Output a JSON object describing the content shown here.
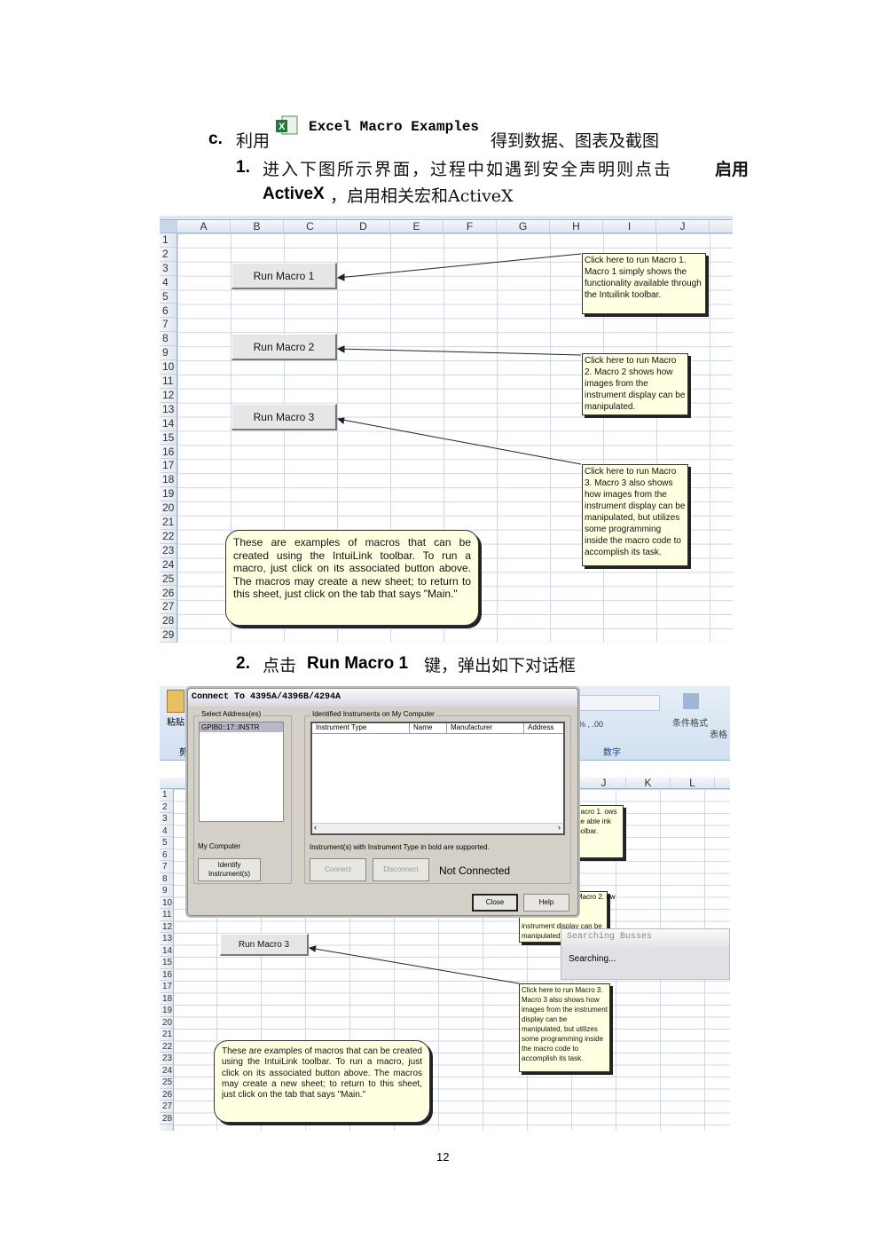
{
  "heading_c": {
    "label": "c.",
    "prefix": "利用",
    "program": "Excel Macro Examples",
    "suffix": "得到数据、图表及截图"
  },
  "step1": {
    "num": "1.",
    "text": "进入下图所示界面，过程中如遇到安全声明则点击",
    "bold1": "启用",
    "bold2": "ActiveX",
    "tail": "，启用相关宏和ActiveX"
  },
  "step2": {
    "num": "2.",
    "pre": "点击",
    "bold": "Run Macro 1",
    "post": "键，弹出如下对话框"
  },
  "sheet1": {
    "columns": [
      "A",
      "B",
      "C",
      "D",
      "E",
      "F",
      "G",
      "H",
      "I",
      "J"
    ],
    "rows": [
      "1",
      "2",
      "3",
      "4",
      "5",
      "6",
      "7",
      "8",
      "9",
      "10",
      "11",
      "12",
      "13",
      "14",
      "15",
      "16",
      "17",
      "18",
      "19",
      "20",
      "21",
      "22",
      "23",
      "24",
      "25",
      "26",
      "27",
      "28",
      "29"
    ],
    "buttons": [
      "Run Macro 1",
      "Run Macro 2",
      "Run Macro 3"
    ],
    "notes": [
      "Click here to run Macro 1. Macro 1 simply shows the functionality available through the Intuilink toolbar.",
      "Click here to run Macro 2. Macro 2 shows how images from the instrument display can be manipulated.",
      "Click here to run Macro 3. Macro 3 also shows how images from the instrument display can be manipulated, but utilizes some programming inside the macro code to accomplish its task."
    ],
    "info": "These are examples of macros that can be created using the IntuiLink toolbar. To run a macro, just click on its associated button above. The macros may create a new sheet; to return to this sheet, just click on the tab that says \"Main.\""
  },
  "sheet2": {
    "ribbon": {
      "paste": "粘贴",
      "clipboard": "剪",
      "number_group": "数字",
      "cond_format": "条件格式",
      "table_format": "表格"
    },
    "columns": [
      "J",
      "K",
      "L"
    ],
    "rows": [
      "1",
      "2",
      "3",
      "4",
      "5",
      "6",
      "7",
      "8",
      "9",
      "10",
      "11",
      "12",
      "13",
      "14",
      "15",
      "16",
      "17",
      "18",
      "19",
      "20",
      "21",
      "22",
      "23",
      "24",
      "25",
      "26",
      "27",
      "28"
    ],
    "button": "Run Macro 3",
    "note1": "Macro 1. ows the able ink toolbar.",
    "note2": "Macro 2. ow",
    "note2b": "instrument display can be manipulated",
    "note3": "Click here to run Macro 3. Macro 3 also shows how images from the instrument display can be manipulated, but utilizes some programming inside the macro code to accomplish its task.",
    "info": "These are examples of macros that can be created using the IntuiLink toolbar. To run a macro, just click on its associated button above. The macros may create a new sheet; to return to this sheet, just click on the tab that says \"Main.\""
  },
  "dialog": {
    "title": "Connect To 4395A/4396B/4294A",
    "select_label": "Select Address(es)",
    "address": "GPIB0::17::INSTR",
    "my_computer": "My Computer",
    "identify": "Identify Instrument(s)",
    "identified_label": "Identified Instruments on My Computer",
    "table_headers": [
      "Instrument Type",
      "Name",
      "Manufacturer",
      "Address"
    ],
    "hint": "Instrument(s) with Instrument Type in bold are supported.",
    "connect": "Connect",
    "disconnect": "Disconnect",
    "status": "Not Connected",
    "close": "Close",
    "help": "Help"
  },
  "searching": {
    "title": "Searching Busses",
    "text": "Searching..."
  },
  "page_number": "12"
}
